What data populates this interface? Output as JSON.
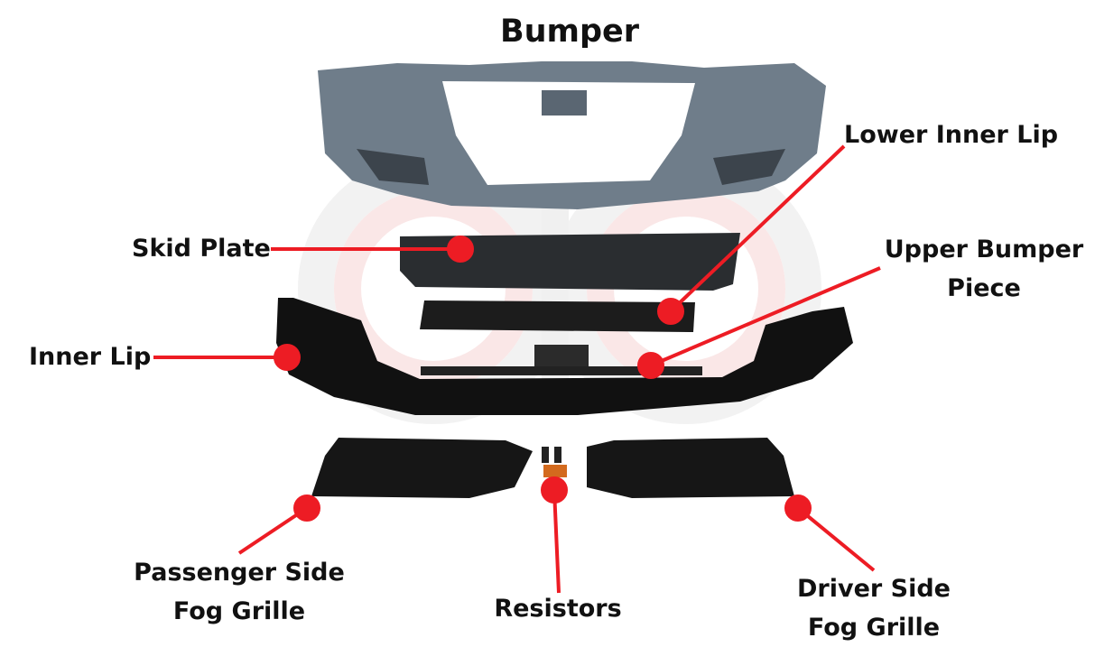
{
  "title": "Bumper",
  "labels": {
    "lower_inner_lip": "Lower Inner Lip",
    "skid_plate": "Skid Plate",
    "upper_bumper_piece": [
      "Upper Bumper",
      "Piece"
    ],
    "inner_lip": "Inner Lip",
    "passenger_fog_grille": [
      "Passenger Side",
      "Fog Grille"
    ],
    "resistors": "Resistors",
    "driver_fog_grille": [
      "Driver Side",
      "Fog Grille"
    ]
  },
  "colors": {
    "accent": "#ed1c24",
    "bumper": "#6f7d8a",
    "black_parts": "#1a1a1a",
    "watermark": "#f3dcdc"
  }
}
